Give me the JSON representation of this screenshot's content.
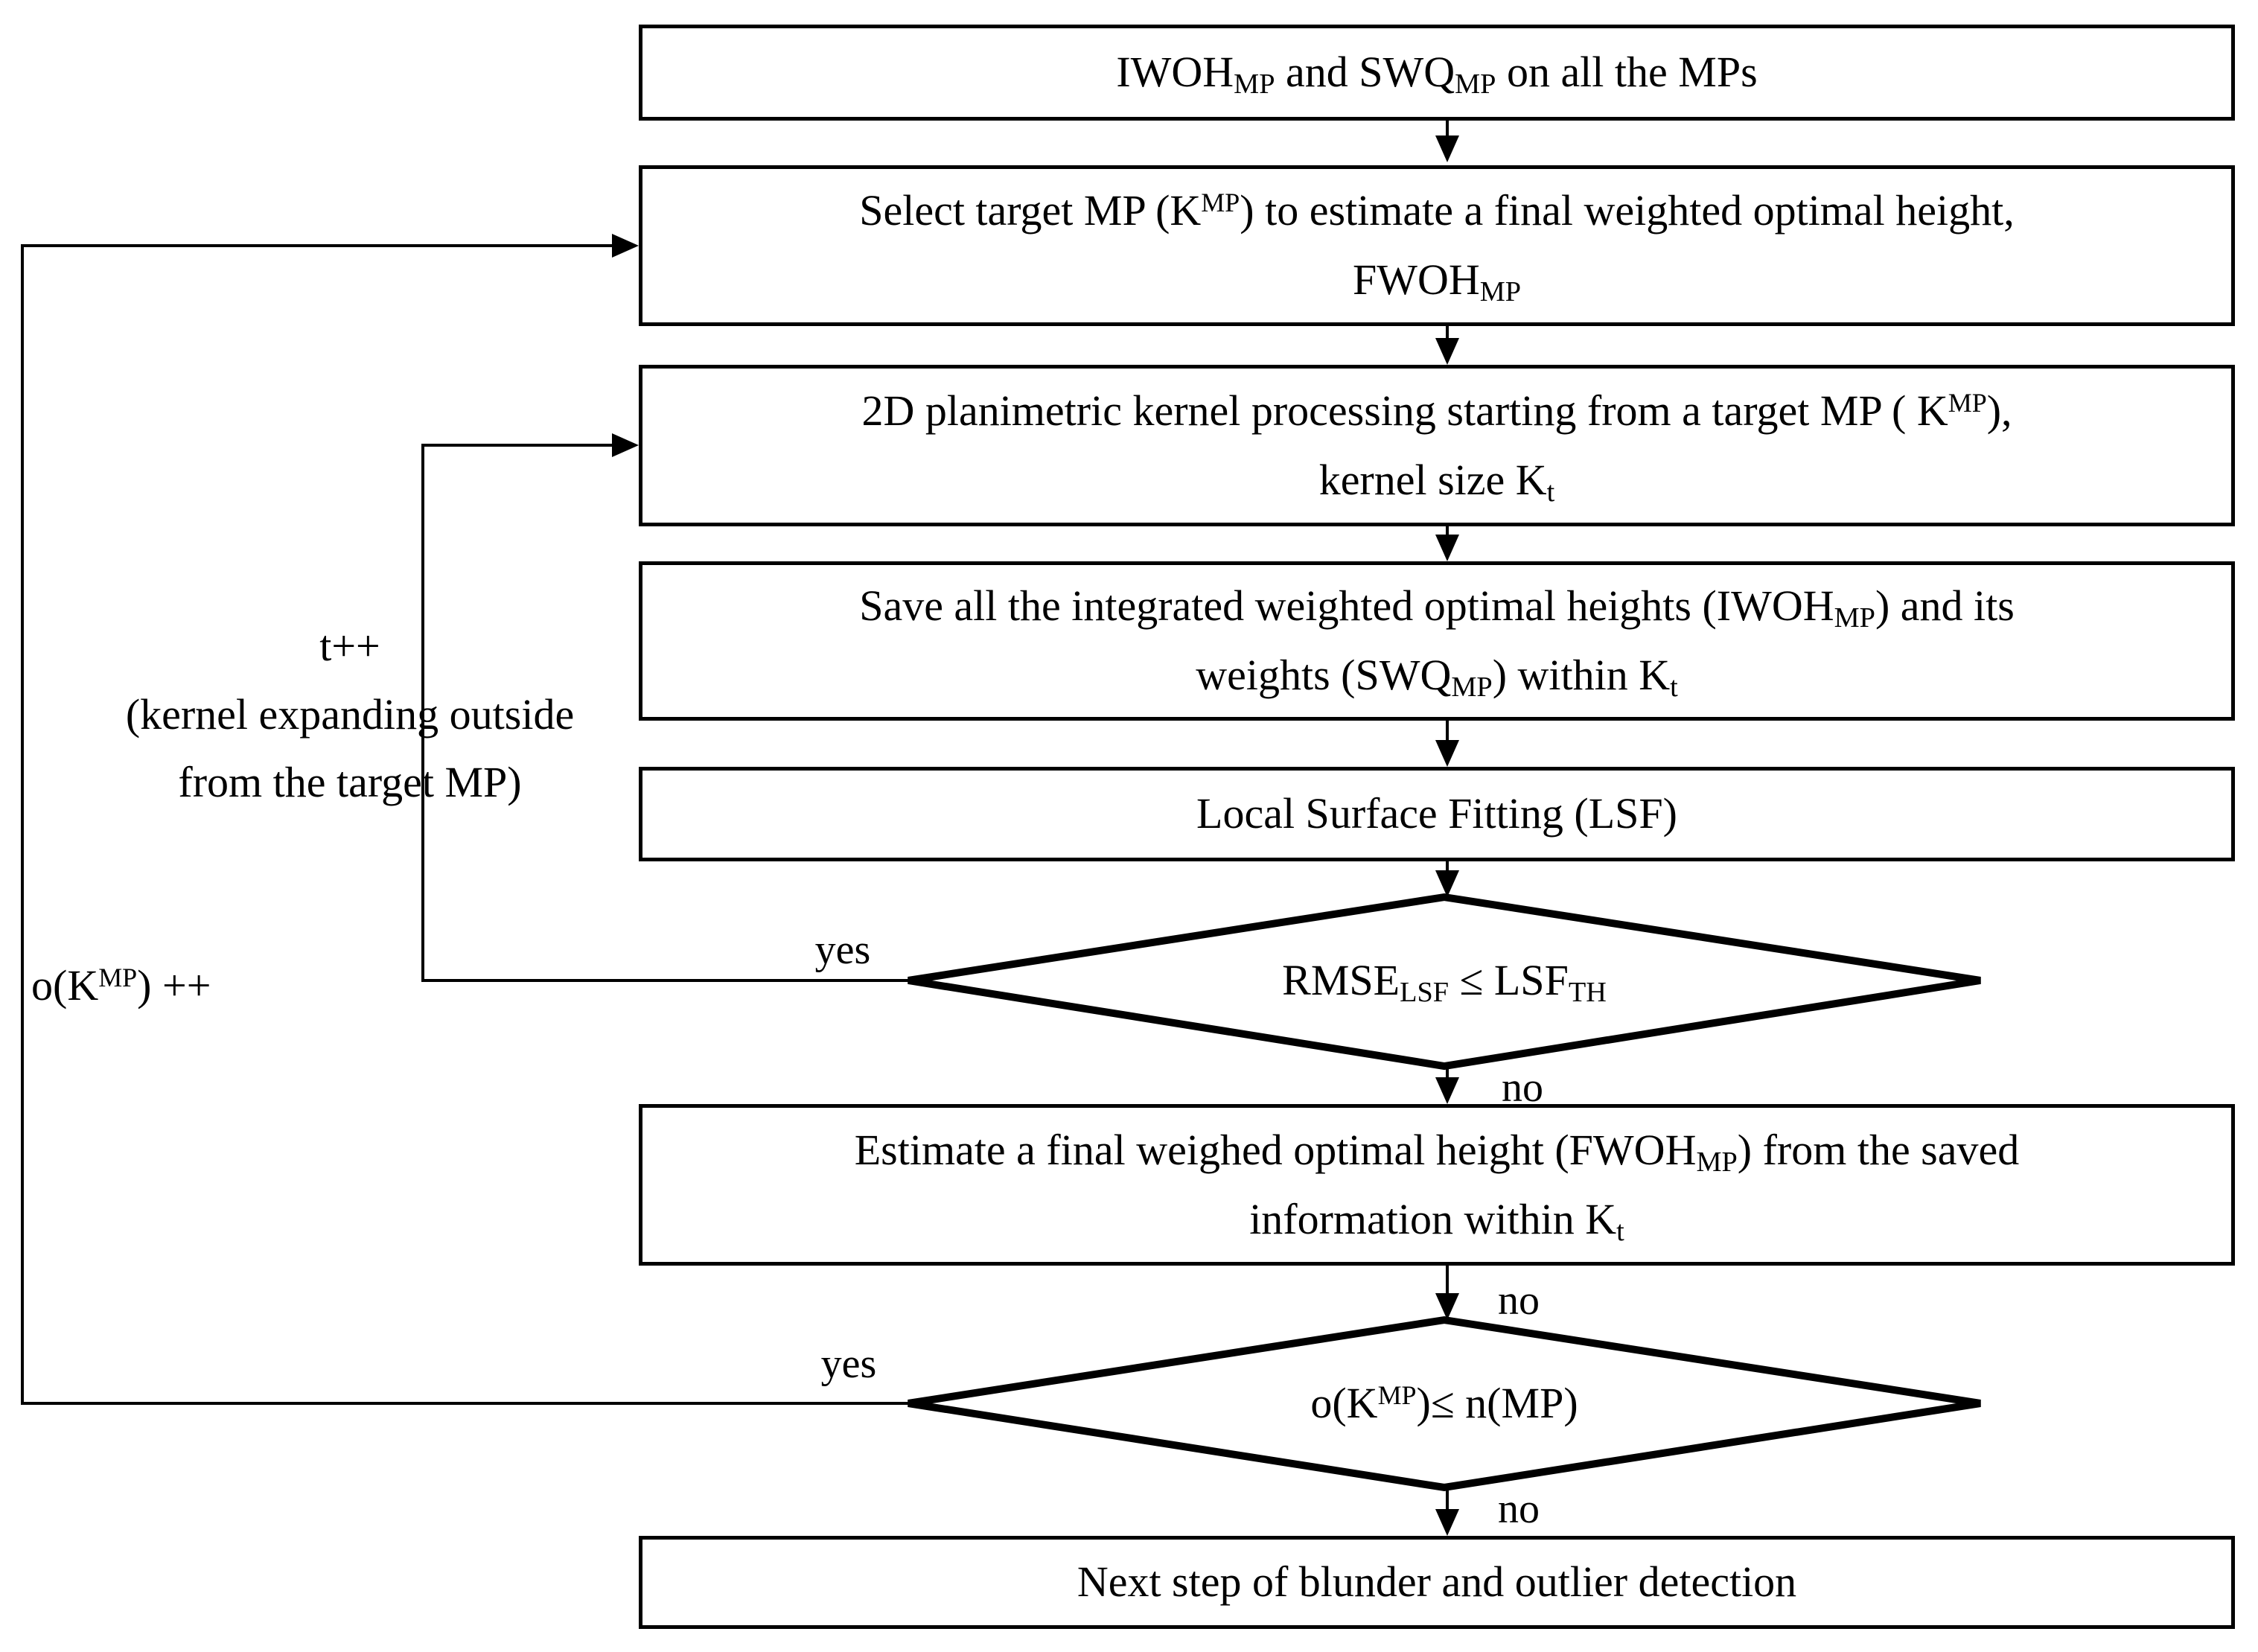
{
  "figure": {
    "colors": {
      "ink": "#000000",
      "background": "#ffffff"
    },
    "flowchart": {
      "boxes": [
        {
          "name": "iwoh-swq-on-all-mps",
          "runs": [
            {
              "t": "IWOH"
            },
            {
              "t": "MP",
              "s": "sub"
            },
            {
              "t": " and SWQ"
            },
            {
              "t": "MP",
              "s": "sub"
            },
            {
              "t": " on all the MPs"
            }
          ]
        },
        {
          "name": "select-target-mp",
          "runs": [
            {
              "t": "Select target MP (K"
            },
            {
              "t": "MP",
              "s": "sup"
            },
            {
              "t": ") to estimate a final weighted optimal height,"
            },
            {
              "br": true
            },
            {
              "t": "FWOH"
            },
            {
              "t": "MP",
              "s": "sub"
            }
          ]
        },
        {
          "name": "planimetric-kernel-processing",
          "runs": [
            {
              "t": "2D planimetric kernel processing starting from a target MP ( K"
            },
            {
              "t": "MP",
              "s": "sup"
            },
            {
              "t": "),"
            },
            {
              "br": true
            },
            {
              "t": "kernel size K"
            },
            {
              "t": "t",
              "s": "sub"
            }
          ]
        },
        {
          "name": "save-integrated-heights",
          "runs": [
            {
              "t": "Save all the integrated weighted optimal heights (IWOH"
            },
            {
              "t": "MP",
              "s": "sub"
            },
            {
              "t": ") and its"
            },
            {
              "br": true
            },
            {
              "t": "weights (SWQ"
            },
            {
              "t": "MP",
              "s": "sub"
            },
            {
              "t": ") within K"
            },
            {
              "t": "t",
              "s": "sub"
            }
          ]
        },
        {
          "name": "local-surface-fitting",
          "runs": [
            {
              "t": "Local Surface Fitting (LSF)"
            }
          ]
        },
        {
          "name": "estimate-fwoh",
          "runs": [
            {
              "t": "Estimate a final weighed optimal height (FWOH"
            },
            {
              "t": "MP",
              "s": "sub"
            },
            {
              "t": ") from the saved"
            },
            {
              "br": true
            },
            {
              "t": "information within K"
            },
            {
              "t": "t",
              "s": "sub"
            }
          ]
        },
        {
          "name": "next-step-blunder-outlier",
          "runs": [
            {
              "t": "Next step of blunder and outlier detection"
            }
          ]
        }
      ],
      "decisions": [
        {
          "name": "rmse-lsf-threshold-check",
          "runs": [
            {
              "t": "RMSE"
            },
            {
              "t": "LSF",
              "s": "sub"
            },
            {
              "t": " ≤ LSF"
            },
            {
              "t": "TH",
              "s": "sub"
            }
          ],
          "yes_label": "yes",
          "no_label": "no"
        },
        {
          "name": "mp-counter-check",
          "runs": [
            {
              "t": "o(K"
            },
            {
              "t": "MP",
              "s": "sup"
            },
            {
              "t": ")≤ n(MP)"
            }
          ],
          "incoming_no_label": "no",
          "yes_label": "yes",
          "no_label": "no"
        }
      ],
      "annotations": {
        "kernel_expand_loop": "t++\n(kernel expanding outside\nfrom the target MP)",
        "mp_counter_loop_runs": [
          {
            "t": "o(K"
          },
          {
            "t": "MP",
            "s": "sup"
          },
          {
            "t": ") ++"
          }
        ]
      }
    }
  }
}
